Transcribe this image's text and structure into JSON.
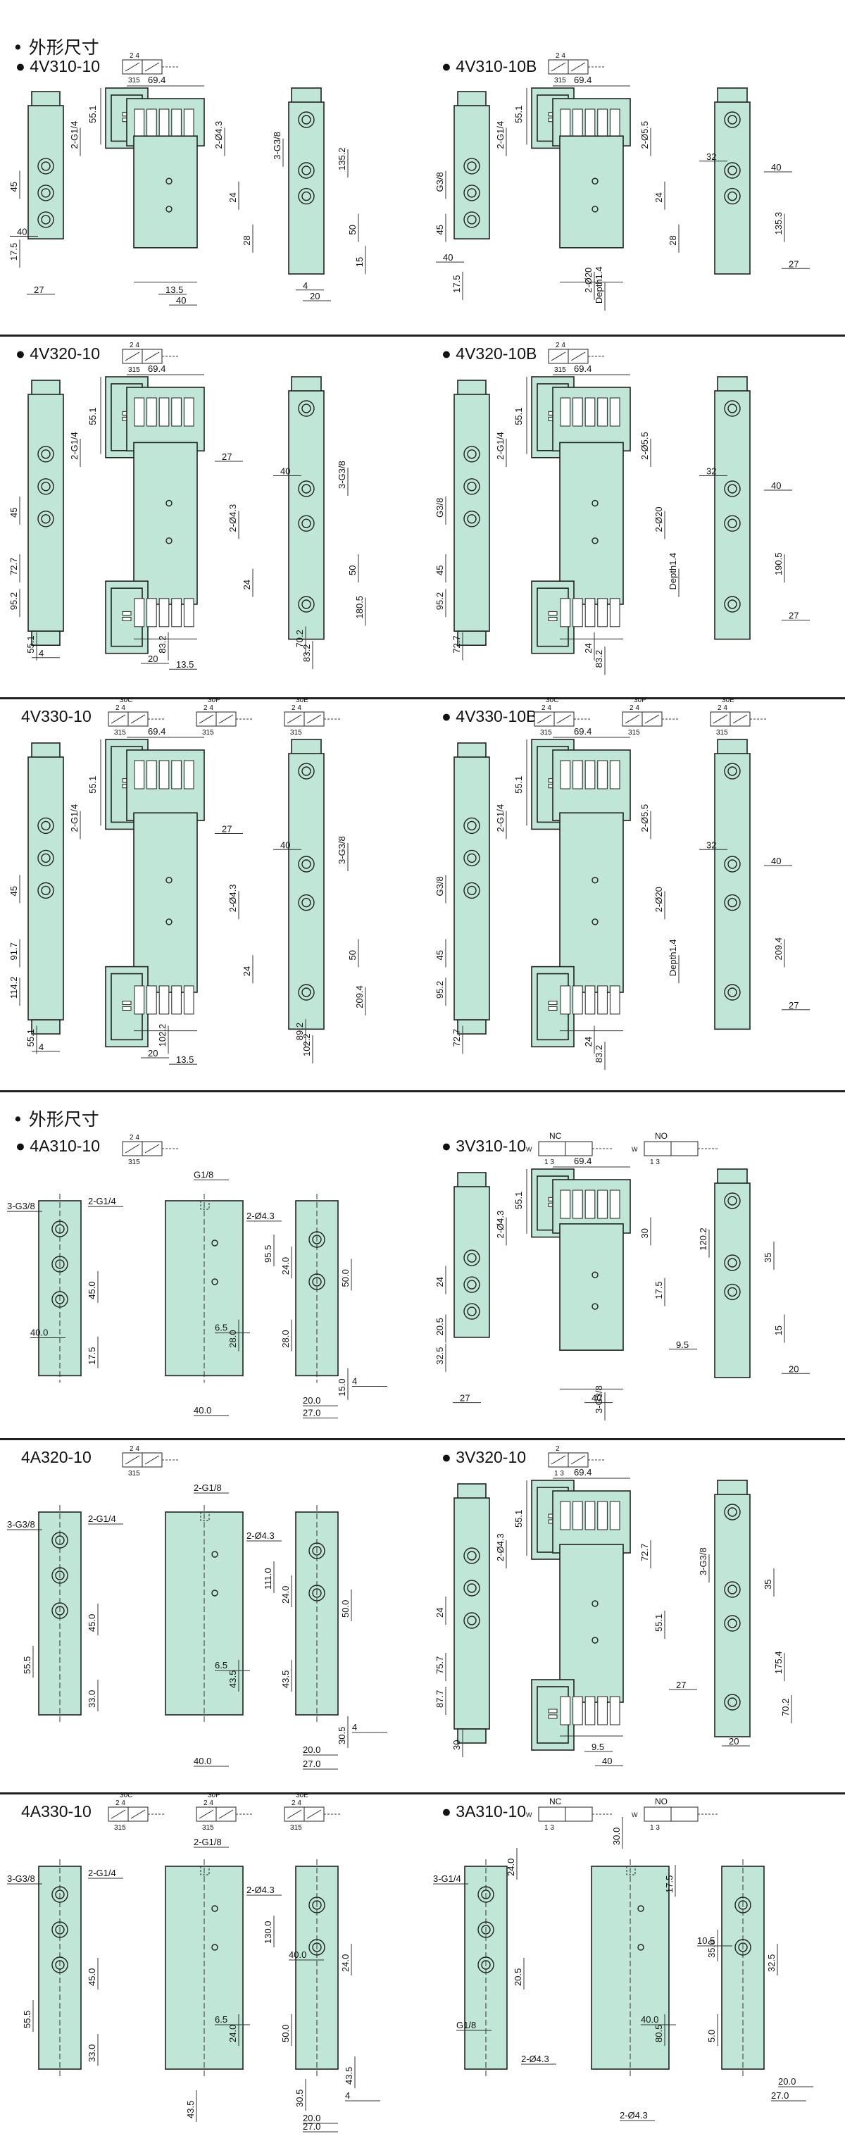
{
  "section_titles": [
    "外形尺寸",
    "外形尺寸"
  ],
  "panels": [
    {
      "model": "4V310-10",
      "bullet": true,
      "symbol": "single-2pos",
      "sym_labels": [
        "2 4",
        "315"
      ],
      "layout": "single",
      "dims": [
        "69.4",
        "55.1",
        "2-G1/4",
        "45",
        "40",
        "17.5",
        "27",
        "2-Ø4.3",
        "24",
        "28",
        "13.5",
        "40",
        "3-G3/8",
        "135.2",
        "50",
        "15",
        "4",
        "20"
      ]
    },
    {
      "model": "4V310-10B",
      "bullet": true,
      "symbol": "single-2pos",
      "sym_labels": [
        "2 4",
        "315"
      ],
      "layout": "single",
      "dims": [
        "69.4",
        "55.1",
        "2-G1/4",
        "G3/8",
        "45",
        "40",
        "17.5",
        "2-Ø5.5",
        "24",
        "28",
        "2-Ø20",
        "Depth1.4",
        "32",
        "40",
        "135.3",
        "27"
      ]
    },
    {
      "model": "4V320-10",
      "bullet": true,
      "symbol": "double-2pos",
      "sym_labels": [
        "2 4",
        "315"
      ],
      "layout": "double",
      "dims": [
        "69.4",
        "55.1",
        "2-G1/4",
        "45",
        "72.7",
        "95.2",
        "55.1",
        "27",
        "2-Ø4.3",
        "24",
        "83.2",
        "13.5",
        "40",
        "3-G3/8",
        "50",
        "180.5",
        "70.2",
        "83.2",
        "4",
        "20"
      ]
    },
    {
      "model": "4V320-10B",
      "bullet": true,
      "symbol": "double-2pos",
      "sym_labels": [
        "2 4",
        "315"
      ],
      "layout": "double",
      "dims": [
        "69.4",
        "55.1",
        "2-G1/4",
        "G3/8",
        "45",
        "95.2",
        "72.7",
        "2-Ø5.5",
        "2-Ø20",
        "Depth1.4",
        "24",
        "83.2",
        "32",
        "40",
        "190.5",
        "27"
      ]
    },
    {
      "model": "4V330-10",
      "bullet": false,
      "symbol": "triple-3pos",
      "sym_labels": [
        "30C",
        "30P",
        "30E",
        "2 4",
        "315"
      ],
      "layout": "double",
      "dims": [
        "69.4",
        "55.1",
        "2-G1/4",
        "45",
        "91.7",
        "114.2",
        "55.1",
        "27",
        "2-Ø4.3",
        "24",
        "102.2",
        "13.5",
        "40",
        "3-G3/8",
        "50",
        "209.4",
        "89.2",
        "102.2",
        "4",
        "20"
      ]
    },
    {
      "model": "4V330-10B",
      "bullet": true,
      "symbol": "triple-3pos",
      "sym_labels": [
        "30C",
        "30P",
        "30E",
        "2 4",
        "315"
      ],
      "layout": "double",
      "dims": [
        "69.4",
        "55.1",
        "2-G1/4",
        "G3/8",
        "45",
        "95.2",
        "72.7",
        "2-Ø5.5",
        "2-Ø20",
        "Depth1.4",
        "24",
        "83.2",
        "32",
        "40",
        "209.4",
        "27"
      ]
    },
    {
      "model": "4A310-10",
      "bullet": true,
      "symbol": "air-single",
      "sym_labels": [
        "2 4",
        "315"
      ],
      "layout": "air",
      "dims": [
        "3-G3/8",
        "2-G1/4",
        "45.0",
        "40.0",
        "17.5",
        "G1/8",
        "2-Ø4.3",
        "95.5",
        "6.5",
        "28.0",
        "40.0",
        "24.0",
        "50.0",
        "28.0",
        "4",
        "15.0",
        "20.0",
        "27.0"
      ]
    },
    {
      "model": "3V310-10",
      "bullet": true,
      "symbol": "nc-no",
      "sym_labels": [
        "NC",
        "NO",
        "2",
        "1 3"
      ],
      "layout": "single3",
      "dims": [
        "69.4",
        "55.1",
        "2-Ø4.3",
        "24",
        "20.5",
        "32.5",
        "27",
        "30",
        "17.5",
        "9.5",
        "40",
        "3-G3/8",
        "120.2",
        "35",
        "15",
        "20"
      ]
    },
    {
      "model": "4A320-10",
      "bullet": false,
      "symbol": "air-single",
      "sym_labels": [
        "2 4",
        "315"
      ],
      "layout": "air",
      "dims": [
        "3-G3/8",
        "2-G1/4",
        "45.0",
        "55.5",
        "33.0",
        "2-G1/8",
        "2-Ø4.3",
        "111.0",
        "6.5",
        "43.5",
        "40.0",
        "24.0",
        "50.0",
        "43.5",
        "4",
        "30.5",
        "20.0",
        "27.0"
      ]
    },
    {
      "model": "3V320-10",
      "bullet": true,
      "symbol": "single-3port",
      "sym_labels": [
        "2",
        "1 3"
      ],
      "layout": "double3",
      "dims": [
        "69.4",
        "55.1",
        "2-Ø4.3",
        "24",
        "75.7",
        "87.7",
        "30",
        "72.7",
        "55.1",
        "27",
        "9.5",
        "40",
        "3-G3/8",
        "35",
        "175.4",
        "70.2",
        "20"
      ]
    },
    {
      "model": "4A330-10",
      "bullet": false,
      "symbol": "air-triple",
      "sym_labels": [
        "30C",
        "30P",
        "30E",
        "2 4",
        "315"
      ],
      "layout": "air",
      "dims": [
        "3-G3/8",
        "2-G1/4",
        "45.0",
        "55.5",
        "33.0",
        "2-G1/8",
        "2-Ø4.3",
        "130.0",
        "6.5",
        "24.0",
        "43.5",
        "40.0",
        "24.0",
        "50.0",
        "43.5",
        "4",
        "30.5",
        "20.0",
        "27.0"
      ]
    },
    {
      "model": "3A310-10",
      "bullet": true,
      "symbol": "nc-no",
      "sym_labels": [
        "NC",
        "NO",
        "2",
        "1 3"
      ],
      "layout": "air3",
      "dims": [
        "3-G1/4",
        "24.0",
        "20.5",
        "G1/8",
        "2-Ø4.3",
        "30.0",
        "17.5",
        "10.5",
        "40.0",
        "80.5",
        "2-Ø4.3",
        "35.0",
        "32.5",
        "5.0",
        "20.0",
        "27.0"
      ]
    }
  ],
  "colors": {
    "body": "#bfe6d6",
    "stroke": "#222222",
    "line": "#333333"
  }
}
